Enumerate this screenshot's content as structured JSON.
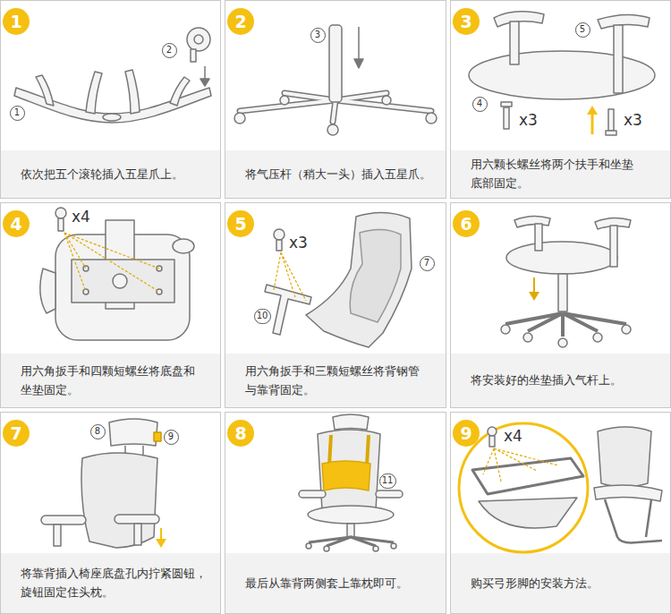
{
  "diagram": {
    "nodes": [
      {
        "text": [
          "依次把五个滚轮插入五星爪上。"
        ]
      },
      {
        "text": [
          "1"
        ],
        "in": 0
      },
      {
        "text": [
          "1"
        ],
        "in": 0
      },
      {
        "text": [
          "2"
        ],
        "in": 0
      },
      {
        "text": [
          "将气压杆（稍大一头）插入五星爪。"
        ]
      },
      {
        "text": [
          "2"
        ],
        "in": 4
      },
      {
        "text": [
          "3"
        ],
        "in": 4
      },
      {
        "text": [
          "用六颗长螺丝将两个扶手和坐垫底部固定。"
        ]
      },
      {
        "text": [
          "3"
        ],
        "in": 7
      },
      {
        "text": [
          "4"
        ],
        "in": 7
      },
      {
        "text": [
          "5"
        ],
        "in": 7
      },
      {
        "text": [
          "用六角扳手和四颗短螺丝将底盘和坐垫固定。"
        ]
      },
      {
        "text": [
          "4"
        ],
        "in": 11
      },
      {
        "text": [
          "用六角扳手和三颗短螺丝将背钢管与靠背固定。"
        ]
      },
      {
        "text": [
          "5"
        ],
        "in": 13
      },
      {
        "text": [
          "7"
        ],
        "in": 13
      },
      {
        "text": [
          "10"
        ],
        "in": 13
      },
      {
        "text": [
          "将安装好的坐垫插入气杆上。"
        ]
      },
      {
        "text": [
          "6"
        ],
        "in": 17
      },
      {
        "text": [
          "将靠背插入椅座底盘孔内拧紧圆钮，旋钮固定住头枕。"
        ]
      },
      {
        "text": [
          "7"
        ],
        "in": 19
      },
      {
        "text": [
          "8"
        ],
        "in": 19
      },
      {
        "text": [
          "9"
        ],
        "in": 19
      },
      {
        "text": [
          "最后从靠背两侧套上靠枕即可。"
        ]
      },
      {
        "text": [
          "8"
        ],
        "in": 23
      },
      {
        "text": [
          "11"
        ],
        "in": 23
      },
      {
        "text": [
          "购买弓形脚的安装方法。"
        ]
      },
      {
        "text": [
          "9"
        ],
        "in": 26
      }
    ],
    "labels": [
      "x3",
      "x3",
      "x4",
      "x3",
      "x4"
    ]
  }
}
